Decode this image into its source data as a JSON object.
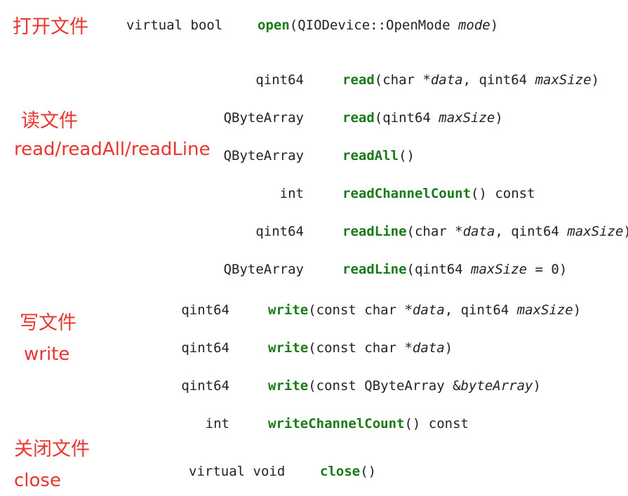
{
  "sections": {
    "open": {
      "title": "打开文件"
    },
    "read": {
      "title": "读文件",
      "subtitle": "read/readAll/readLine"
    },
    "write": {
      "title": "写文件",
      "subtitle": "write"
    },
    "close": {
      "title": "关闭文件",
      "subtitle": "close"
    }
  },
  "signatures": {
    "open": {
      "ret": "virtual bool",
      "name": "open",
      "p1": "(QIODevice::OpenMode ",
      "a1": "mode",
      "p2": ")"
    },
    "read1": {
      "ret": "qint64",
      "name": "read",
      "p1": "(char *",
      "a1": "data",
      "p2": ", qint64 ",
      "a2": "maxSize",
      "p3": ")"
    },
    "read2": {
      "ret": "QByteArray",
      "name": "read",
      "p1": "(qint64 ",
      "a1": "maxSize",
      "p2": ")"
    },
    "readAll": {
      "ret": "QByteArray",
      "name": "readAll",
      "p1": "()"
    },
    "readChannelCount": {
      "ret": "int",
      "name": "readChannelCount",
      "p1": "() const"
    },
    "readLine1": {
      "ret": "qint64",
      "name": "readLine",
      "p1": "(char *",
      "a1": "data",
      "p2": ", qint64 ",
      "a2": "maxSize",
      "p3": ")"
    },
    "readLine2": {
      "ret": "QByteArray",
      "name": "readLine",
      "p1": "(qint64 ",
      "a1": "maxSize",
      "p2": " = 0)"
    },
    "write1": {
      "ret": "qint64",
      "name": "write",
      "p1": "(const char *",
      "a1": "data",
      "p2": ", qint64 ",
      "a2": "maxSize",
      "p3": ")"
    },
    "write2": {
      "ret": "qint64",
      "name": "write",
      "p1": "(const char *",
      "a1": "data",
      "p2": ")"
    },
    "write3": {
      "ret": "qint64",
      "name": "write",
      "p1": "(const QByteArray &",
      "a1": "byteArray",
      "p2": ")"
    },
    "writeChannelCount": {
      "ret": "int",
      "name": "writeChannelCount",
      "p1": "() const"
    },
    "close": {
      "ret": "virtual void",
      "name": "close",
      "p1": "()"
    }
  }
}
